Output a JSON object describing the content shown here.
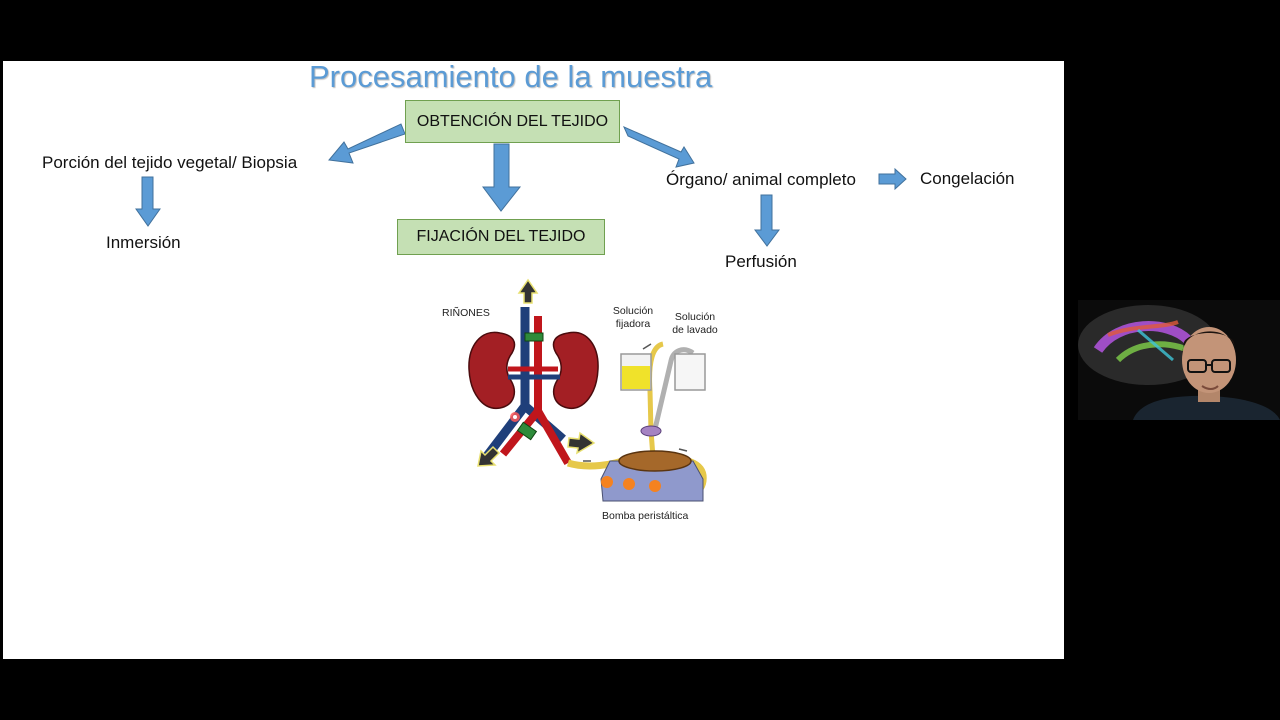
{
  "slide": {
    "title": "Procesamiento de la muestra",
    "box_obtencion": "OBTENCIÓN DEL TEJIDO",
    "box_fijacion": "FIJACIÓN DEL TEJIDO",
    "left_branch": "Porción del tejido vegetal/ Biopsia",
    "left_sub": "Inmersión",
    "right_branch": "Órgano/ animal completo",
    "right_side": "Congelación",
    "right_sub": "Perfusión"
  },
  "illustration": {
    "kidneys_label": "RIÑONES",
    "fix_solution_line1": "Solución",
    "fix_solution_line2": "fijadora",
    "wash_solution_line1": "Solución",
    "wash_solution_line2": "de lavado",
    "pump_label": "Bomba peristáltica"
  },
  "colors": {
    "title": "#5b9bd5",
    "box_fill": "#c5e0b4",
    "arrow_fill": "#5b9bd5"
  }
}
